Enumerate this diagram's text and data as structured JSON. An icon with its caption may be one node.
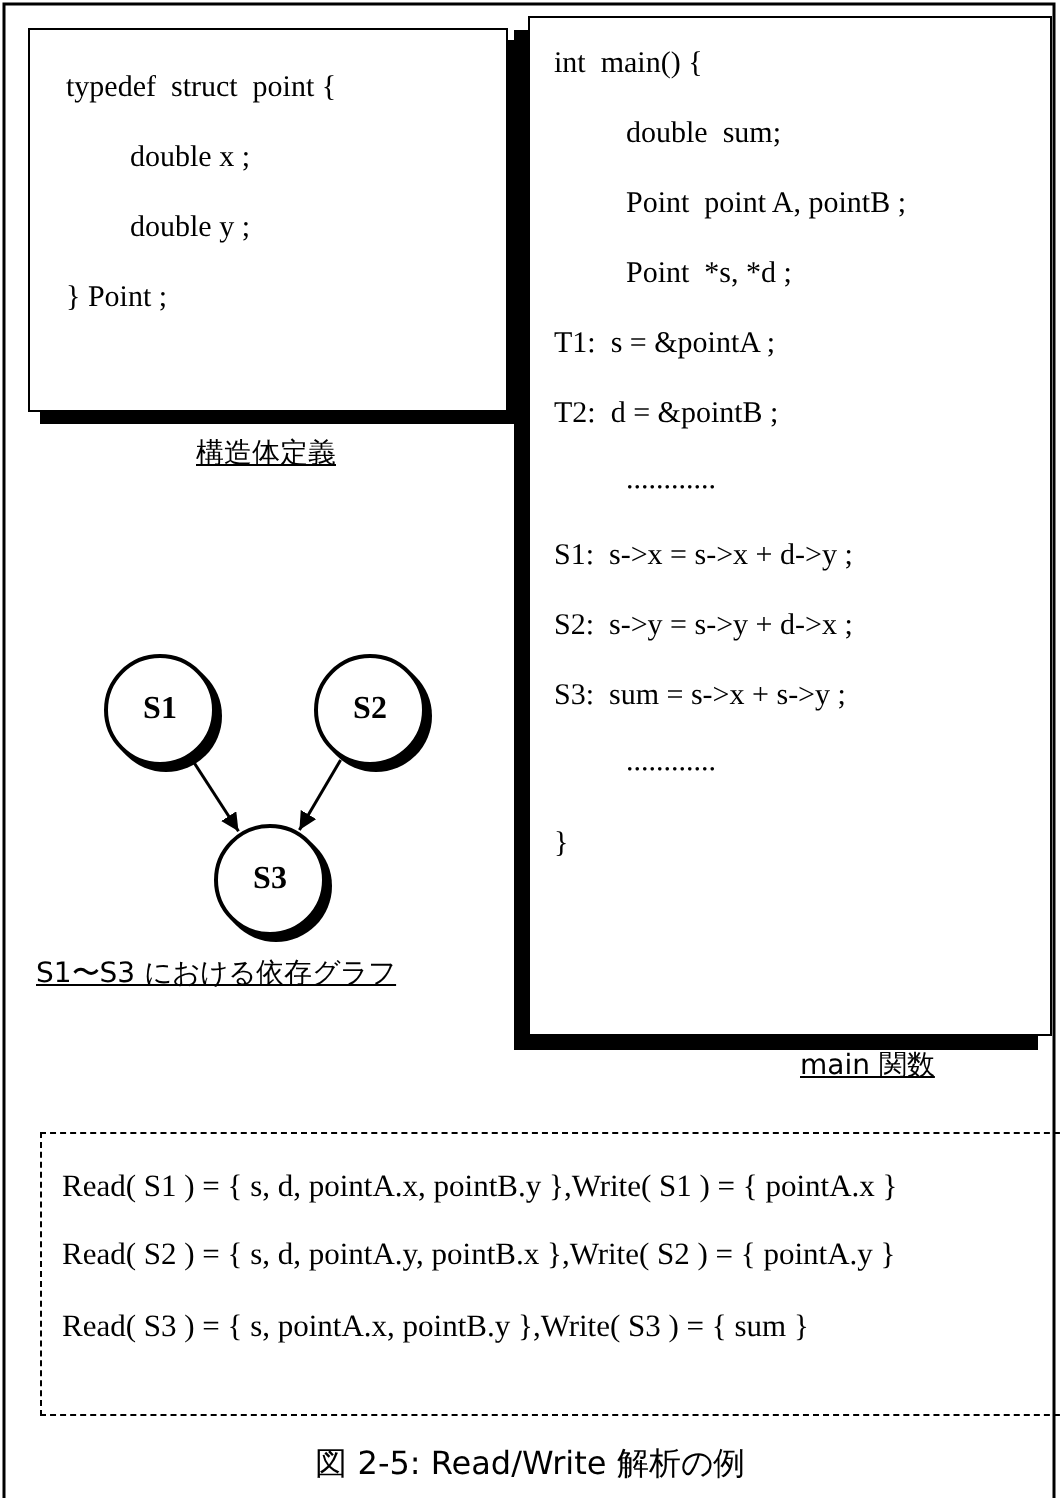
{
  "diagram": {
    "caption": "図 2-5: Read/Write 解析の例",
    "nodes": [
      {
        "text": [
          "typedef  struct  point {",
          "double x ;",
          "double y ;",
          "} Point ;"
        ],
        "beside": [
          "構造体定義"
        ]
      },
      {
        "text": [
          "int  main() {",
          "double  sum;",
          "Point  point A, pointB ;",
          "Point  *s, *d ;",
          "T1:  s = &pointA ;",
          "T2:  d = &pointB ;",
          "............",
          "S1:  s->x = s->x + d->y ;",
          "S2:  s->y = s->y + d->x ;",
          "S3:  sum = s->x + s->y ;",
          "............",
          "}"
        ],
        "beside": [
          "main 関数"
        ]
      },
      {
        "text": [
          "S1"
        ]
      },
      {
        "text": [
          "S2"
        ]
      },
      {
        "text": [
          "S3"
        ]
      },
      {
        "text": [
          "Read( S1 ) = { s, d, pointA.x, pointB.y },Write( S1 ) = { pointA.x }",
          "Read( S2 ) = { s, d, pointA.y, pointB.x },Write( S2 ) = { pointA.y }",
          "Read( S3 ) = { s, pointA.x, pointB.y },Write( S3 ) = { sum }"
        ]
      }
    ],
    "edges": [
      {
        "from": 2,
        "to": 4,
        "arrow": "to"
      },
      {
        "from": 3,
        "to": 4,
        "arrow": "to"
      }
    ],
    "labels": [
      "S1〜S3 における依存グラフ"
    ]
  }
}
